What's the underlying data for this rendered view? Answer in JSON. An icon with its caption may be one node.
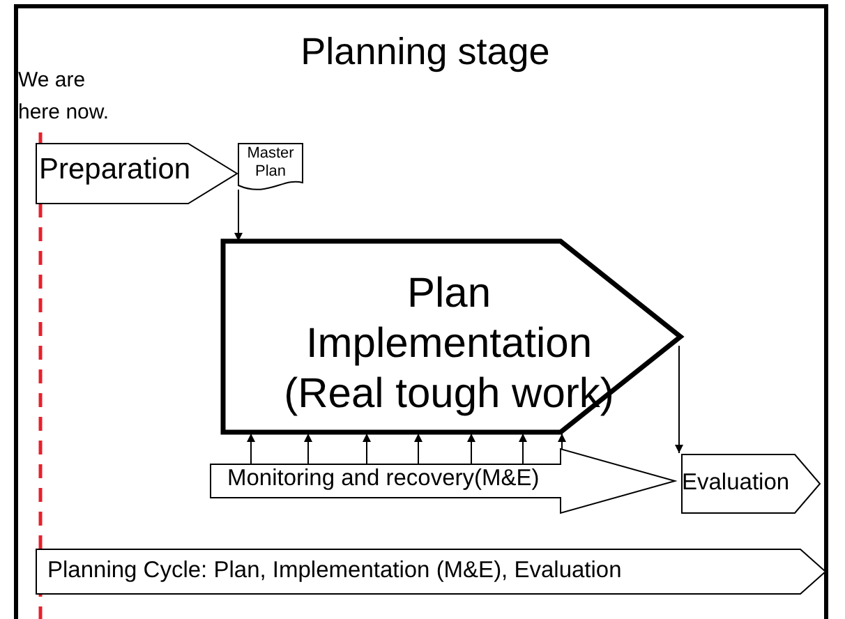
{
  "diagram": {
    "title": "Planning stage",
    "nodes": [
      {
        "text": [
          "Preparation"
        ]
      },
      {
        "text": [
          "Master Plan"
        ]
      },
      {
        "text": [
          "Plan Implementation (Real tough work)"
        ]
      },
      {
        "text": [
          "Monitoring and recovery(M&E)"
        ]
      },
      {
        "text": [
          "Evaluation"
        ]
      },
      {
        "text": [
          "Planning Cycle: Plan, Implementation (M&E), Evaluation"
        ]
      }
    ],
    "edges": [
      {
        "from": 1,
        "to": 2,
        "arrow": "to"
      },
      {
        "from": 2,
        "to": 4,
        "arrow": "to"
      },
      {
        "from": 3,
        "to": 2,
        "arrow": "to"
      },
      {
        "from": 3,
        "to": 2,
        "arrow": "to"
      },
      {
        "from": 3,
        "to": 2,
        "arrow": "to"
      },
      {
        "from": 3,
        "to": 2,
        "arrow": "to"
      },
      {
        "from": 3,
        "to": 2,
        "arrow": "to"
      },
      {
        "from": 3,
        "to": 2,
        "arrow": "to"
      },
      {
        "from": 3,
        "to": 2,
        "arrow": "to"
      }
    ],
    "labels": [
      "We are here now."
    ]
  }
}
